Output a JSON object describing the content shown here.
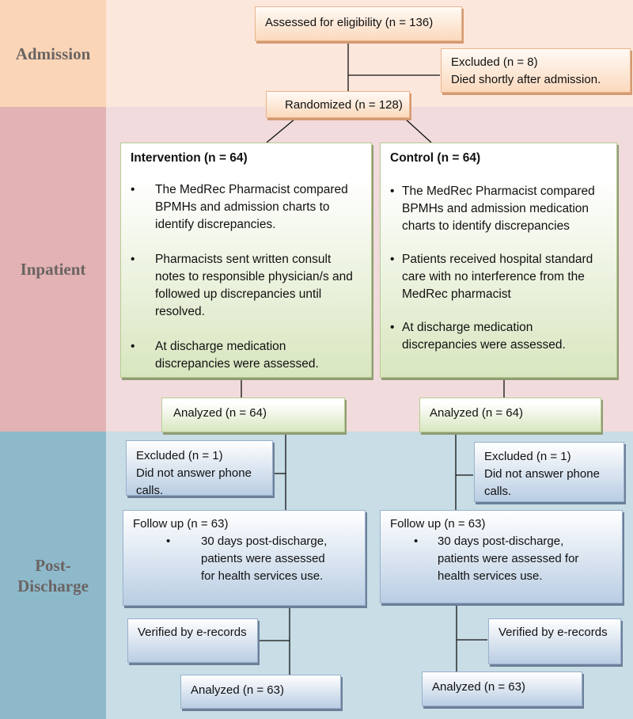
{
  "phases": [
    {
      "label": "Admission",
      "color": "#fbd5b7",
      "area_color": "#fce7dc"
    },
    {
      "label": "Inpatient",
      "color": "#e2b2b4",
      "area_color": "#f1dbdc"
    },
    {
      "label": "Post-\nDischarge",
      "label_line1": "Post-",
      "label_line2": "Discharge",
      "color": "#8db9cb",
      "area_color": "#c8dde5"
    }
  ],
  "admission": {
    "assessed": "Assessed for eligibility (n = 136)",
    "excluded_title": "Excluded (n = 8)",
    "excluded_reason": "Died shortly after admission.",
    "randomized": "Randomized (n = 128)"
  },
  "intervention": {
    "title": "Intervention (n = 64)",
    "bullets": [
      "The MedRec Pharmacist compared BPMHs and admission charts to identify discrepancies.",
      "Pharmacists sent written consult notes to responsible physician/s and followed up discrepancies until resolved.",
      "At discharge medication discrepancies were assessed."
    ],
    "analyzed": "Analyzed (n = 64)",
    "excluded_title": "Excluded (n = 1)",
    "excluded_reason": "Did not answer phone calls.",
    "followup_title": "Follow up (n = 63)",
    "followup_bullet": "30 days post-discharge, patients were assessed for health services use.",
    "verified": "Verified by e-records",
    "final_analyzed": "Analyzed (n = 63)"
  },
  "control": {
    "title": "Control (n = 64)",
    "bullets": [
      "The MedRec Pharmacist compared BPMHs and admission medication charts to identify discrepancies",
      "Patients received hospital standard care with no interference from the MedRec pharmacist",
      "At discharge medication discrepancies were assessed."
    ],
    "analyzed": "Analyzed (n = 64)",
    "excluded_title": "Excluded (n = 1)",
    "excluded_reason": "Did not answer phone calls.",
    "followup_title": "Follow up (n = 63)",
    "followup_bullet": "30 days post-discharge, patients were assessed for health services use.",
    "verified": "Verified by e-records",
    "final_analyzed": "Analyzed (n = 63)"
  },
  "bullet_glyph": "•"
}
